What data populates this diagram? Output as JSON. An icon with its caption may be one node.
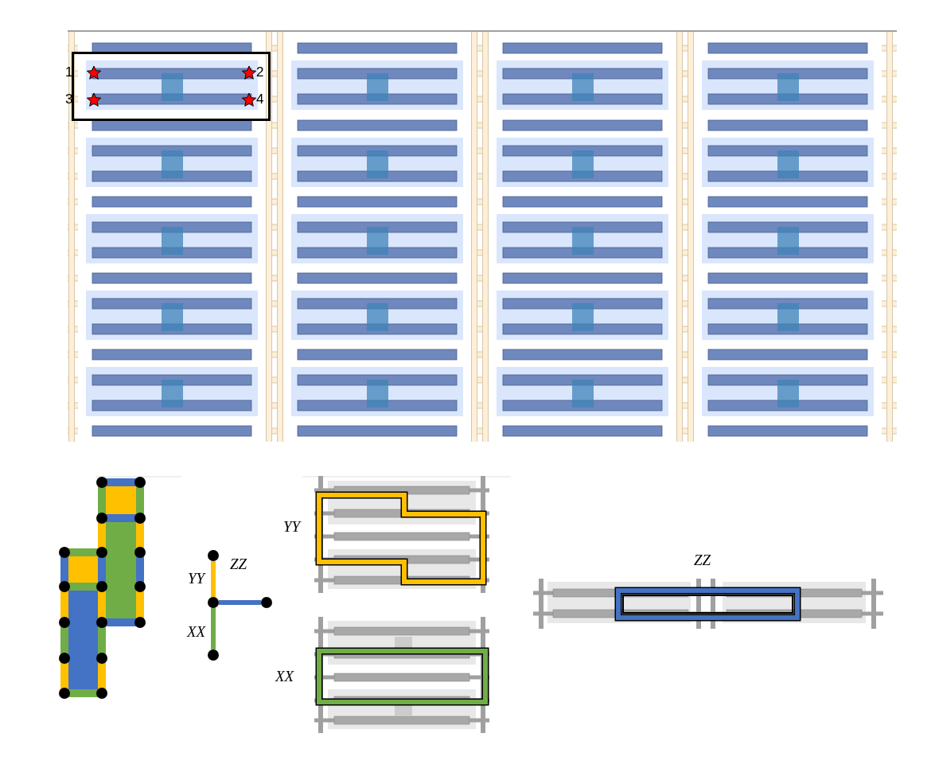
{
  "diagram": {
    "nodes": [
      {
        "text": [],
        "shape": "circle"
      },
      {
        "text": [],
        "shape": "circle"
      },
      {
        "text": [],
        "shape": "circle"
      },
      {
        "text": [],
        "shape": "circle"
      }
    ],
    "edges": [
      {
        "from": 1,
        "to": 0,
        "arrow": "none",
        "label": "YY",
        "color": "#ffc000"
      },
      {
        "from": 1,
        "to": 2,
        "arrow": "none",
        "label": "ZZ",
        "color": "#4472c4"
      },
      {
        "from": 1,
        "to": 3,
        "arrow": "none",
        "label": "XX",
        "color": "#70ad47"
      }
    ],
    "labels": [
      "1",
      "2",
      "3",
      "4",
      "YY",
      "XX",
      "ZZ"
    ]
  }
}
